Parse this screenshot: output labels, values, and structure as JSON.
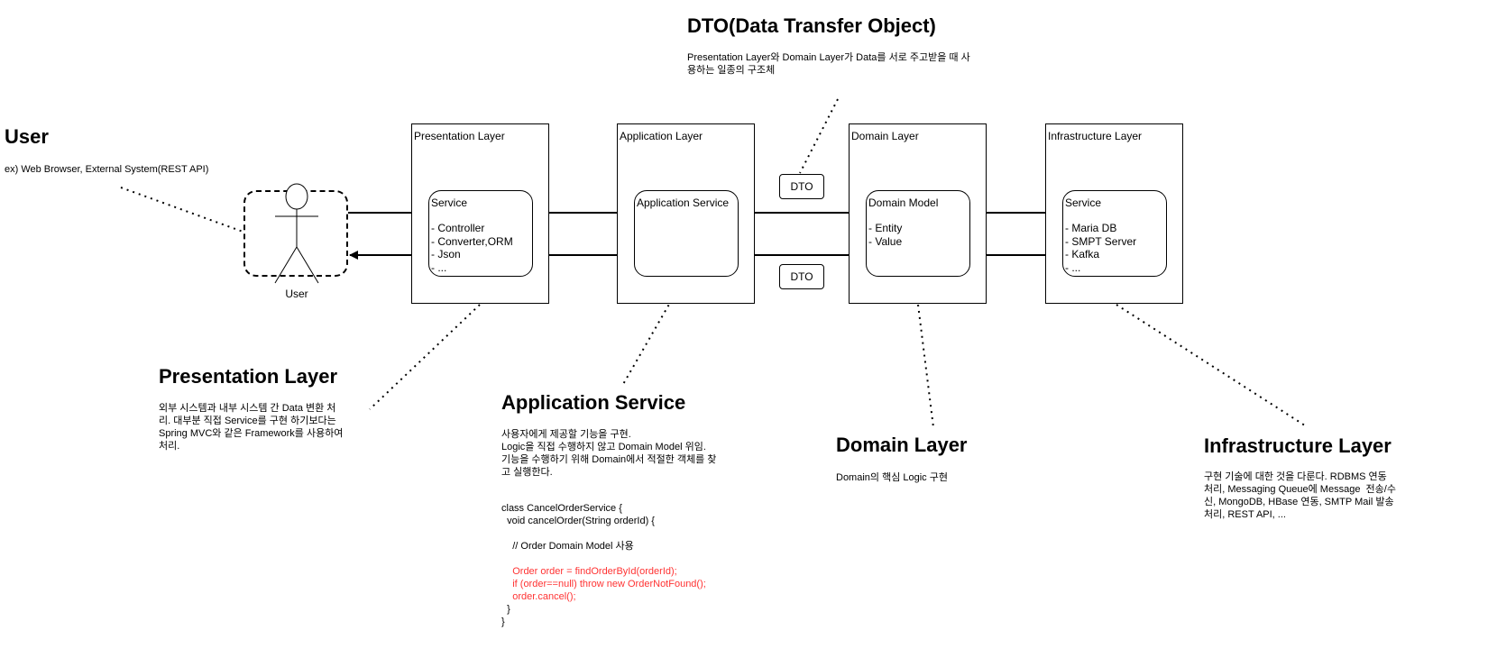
{
  "colors": {
    "line": "#000000",
    "code_highlight": "#ff3333",
    "text": "#000000"
  },
  "dto_header": {
    "title": "DTO(Data Transfer Object)",
    "description": "Presentation Layer와 Domain Layer가 Data를 서로 주고받을 때 사\n용하는 일종의 구조체"
  },
  "user_header": {
    "title": "User",
    "description": "ex) Web Browser, External System(REST API)"
  },
  "actor": {
    "label": "User",
    "icon": "stick-figure-icon"
  },
  "layers": {
    "presentation": {
      "label": "Presentation Layer",
      "component": {
        "title": "Service",
        "items": [
          "- Controller",
          "- Converter,ORM",
          "- Json",
          "- ..."
        ]
      }
    },
    "application": {
      "label": "Application Layer",
      "component": {
        "title": "Application Service",
        "items": []
      }
    },
    "domain": {
      "label": "Domain Layer",
      "component": {
        "title": "Domain Model",
        "items": [
          "- Entity",
          "- Value"
        ]
      }
    },
    "infrastructure": {
      "label": "Infrastructure Layer",
      "component": {
        "title": "Service",
        "items": [
          "- Maria DB",
          "- SMPT Server",
          "- Kafka",
          "- ..."
        ]
      }
    }
  },
  "dto_boxes": {
    "top": "DTO",
    "bottom": "DTO"
  },
  "notes": {
    "presentation": {
      "title": "Presentation Layer",
      "description": "외부 시스템과 내부 시스템 간 Data 변환 처\n리. 대부분 직접 Service를 구현 하기보다는\nSpring MVC와 같은 Framework를 사용하여\n처리."
    },
    "application": {
      "title": "Application Service",
      "description": "사용자에게 제공할 기능을 구현.\nLogic을 직접 수행하지 않고 Domain Model 위임.\n기능을 수행하기 위해 Domain에서 적절한 객체를 찾\n고 실행한다."
    },
    "domain": {
      "title": "Domain Layer",
      "description": "Domain의 핵심 Logic 구현"
    },
    "infrastructure": {
      "title": "Infrastructure Layer",
      "description": "구현 기술에 대한 것을 다룬다. RDBMS 연동\n처리, Messaging Queue에 Message  전송/수\n신, MongoDB, HBase 연동, SMTP Mail 발송\n처리, REST API, ..."
    }
  },
  "code": {
    "lines": [
      {
        "text": "class CancelOrderService {",
        "highlight": false
      },
      {
        "text": "  void cancelOrder(String orderId) {",
        "highlight": false
      },
      {
        "text": " ",
        "highlight": false
      },
      {
        "text": "    // Order Domain Model 사용",
        "highlight": false
      },
      {
        "text": " ",
        "highlight": false
      },
      {
        "text": "    Order order = findOrderById(orderId);",
        "highlight": true
      },
      {
        "text": "    if (order==null) throw new OrderNotFound();",
        "highlight": true
      },
      {
        "text": "    order.cancel();",
        "highlight": true
      },
      {
        "text": "  }",
        "highlight": false
      },
      {
        "text": "}",
        "highlight": false
      }
    ]
  }
}
